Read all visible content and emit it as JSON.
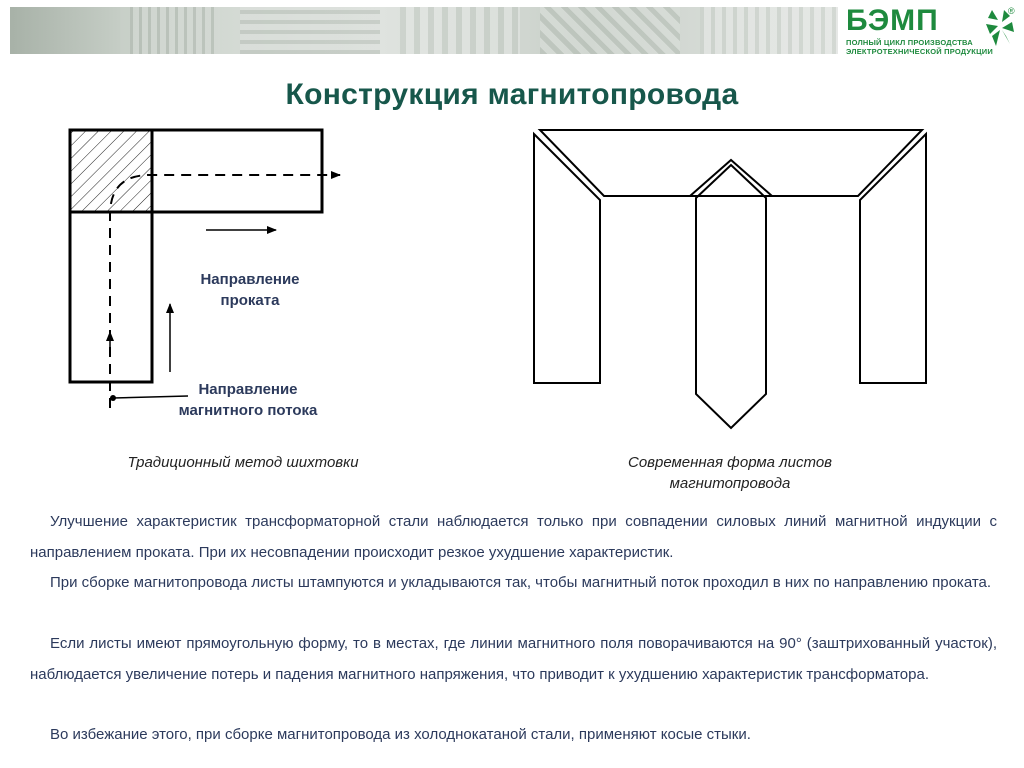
{
  "header": {
    "logo_text": "БЭМП",
    "logo_sub_line1": "ПОЛНЫЙ ЦИКЛ ПРОИЗВОДСТВА",
    "logo_sub_line2": "ЭЛЕКТРОТЕХНИЧЕСКОЙ ПРОДУКЦИИ",
    "logo_reg": "®",
    "brand_color": "#1e8a3e"
  },
  "title": "Конструкция  магнитопровода",
  "left_figure": {
    "rolling_direction_label": "Направление проката",
    "flux_direction_label": "Направление магнитного потока",
    "caption": "Традиционный метод шихтовки"
  },
  "right_figure": {
    "caption": "Современная форма листов магнитопровода"
  },
  "paragraphs": [
    "Улучшение характеристик трансформаторной стали наблюдается только при совпадении силовых линий магнитной индукции с направлением проката. При их несовпадении происходит резкое ухудшение характеристик.",
    "При сборке магнитопровода листы штампуются и укладываются так, чтобы магнитный поток проходил в них по направлению проката.",
    "Если листы имеют прямоугольную форму, то в местах, где линии магнитного поля поворачиваются на 90° (заштрихованный участок), наблюдается увеличение потерь и падения  магнитного напряжения, что приводит к ухудшению характеристик трансформатора.",
    "Во избежание этого, при сборке магнитопровода из холоднокатаной стали, применяют косые стыки."
  ],
  "colors": {
    "title": "#17574b",
    "text": "#2c3a5c"
  }
}
